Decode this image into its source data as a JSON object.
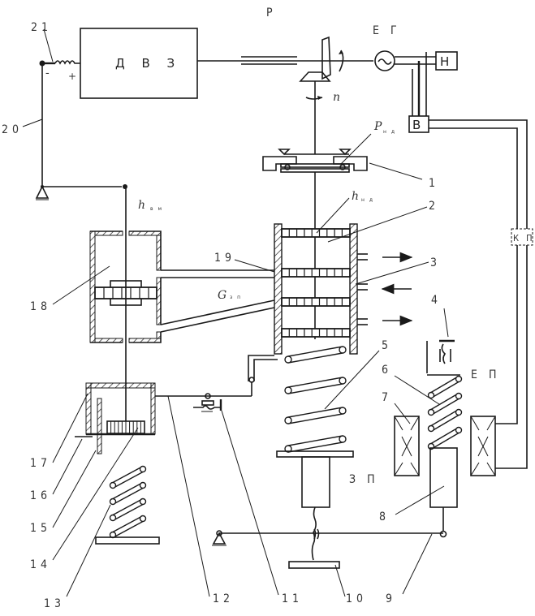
{
  "title": "Schematic of engine speed governor with electric generator and hydraulic servo",
  "blocks": {
    "engine": "Д В З",
    "generator": "Е Г",
    "n_block": "Н",
    "v_block": "В",
    "kp_block": "К П",
    "ep_label": "Е П",
    "zp_label": "З П"
  },
  "symbols": {
    "P": "P",
    "n": "n",
    "P_nd": {
      "main": "P",
      "sub": "н д"
    },
    "h_nd": {
      "main": "h",
      "sub": "н д"
    },
    "h_vm": {
      "main": "h",
      "sub": "в м"
    },
    "G_zp": {
      "main": "G",
      "sub": "з п"
    },
    "minus": "-",
    "plus": "+"
  },
  "callouts": [
    "1",
    "2",
    "3",
    "4",
    "5",
    "6",
    "7",
    "8",
    "9",
    "10",
    "11",
    "12",
    "13",
    "14",
    "15",
    "16",
    "17",
    "18",
    "19",
    "20",
    "21"
  ]
}
